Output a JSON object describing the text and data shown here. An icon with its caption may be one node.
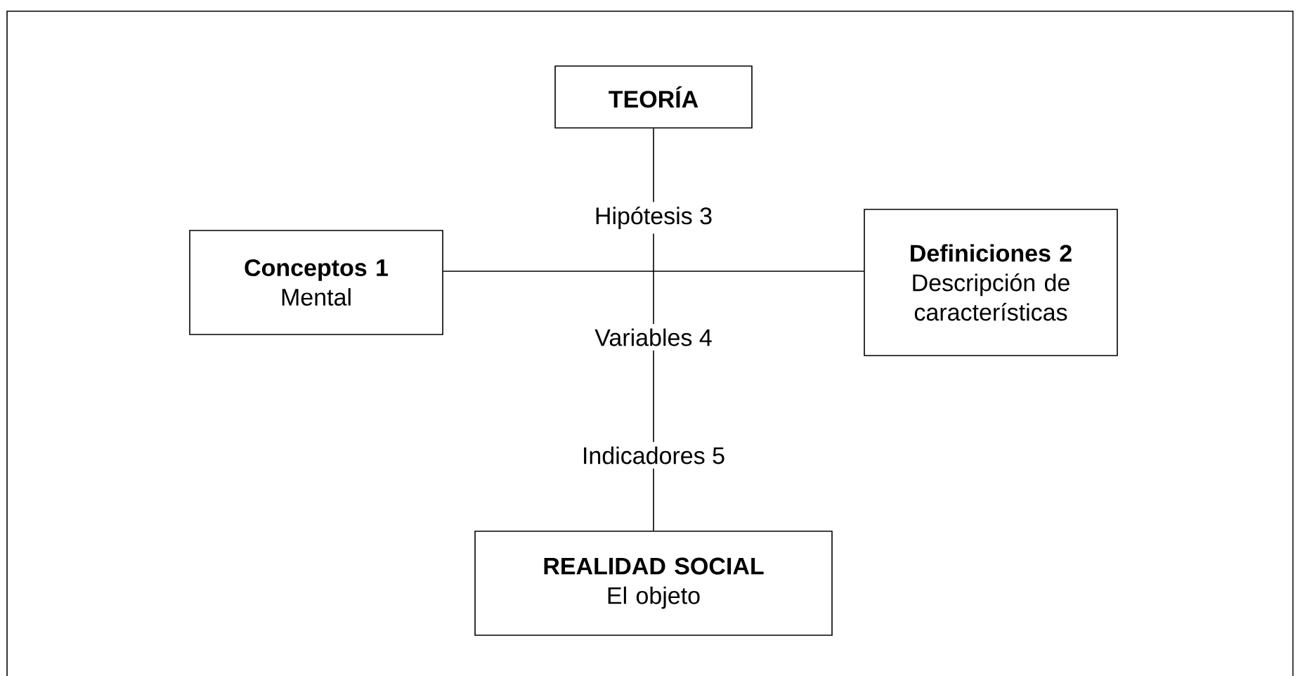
{
  "diagram": {
    "nodes": [
      {
        "text": [
          "TEORÍA"
        ]
      },
      {
        "text": [
          "Conceptos 1",
          "Mental"
        ]
      },
      {
        "text": [
          "Definiciones 2",
          "Descripción de características"
        ]
      },
      {
        "text": [
          "REALIDAD SOCIAL",
          "El objeto"
        ]
      },
      {
        "text": [
          "Hipótesis 3"
        ]
      },
      {
        "text": [
          "Variables 4"
        ]
      },
      {
        "text": [
          "Indicadores 5"
        ]
      }
    ],
    "edges": [
      {
        "from": 0,
        "to": 4,
        "arrow": "none"
      },
      {
        "from": 4,
        "to": 5,
        "arrow": "none"
      },
      {
        "from": 5,
        "to": 6,
        "arrow": "none"
      },
      {
        "from": 6,
        "to": 3,
        "arrow": "none"
      },
      {
        "from": 1,
        "to": 2,
        "arrow": "none"
      }
    ]
  }
}
